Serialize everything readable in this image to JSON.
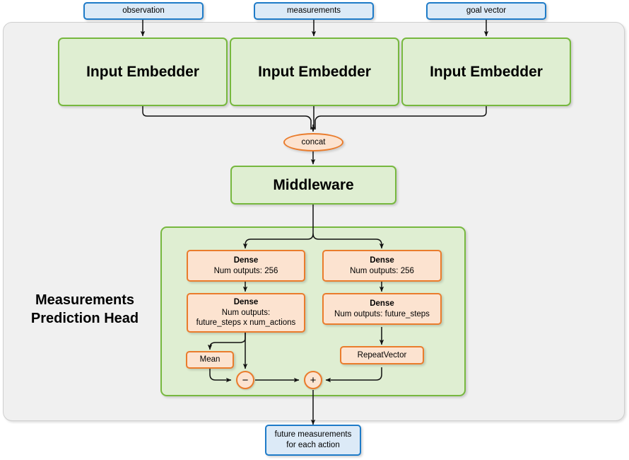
{
  "diagram": {
    "title": "Measurements Prediction Head architecture",
    "colors": {
      "blue_border": "#1e7bc8",
      "blue_fill": "#dceaf7",
      "green_border": "#77b83f",
      "green_fill": "#dfeed2",
      "orange_border": "#ea7c2c",
      "orange_fill": "#fce3d0",
      "container_fill": "#f0f0f0",
      "container_border": "#cfcfcf",
      "edge": "#000000"
    }
  },
  "inputs": [
    {
      "label": "observation"
    },
    {
      "label": "measurements"
    },
    {
      "label": "goal vector"
    }
  ],
  "embedders": [
    {
      "label": "Input Embedder"
    },
    {
      "label": "Input Embedder"
    },
    {
      "label": "Input Embedder"
    }
  ],
  "concat": {
    "label": "concat"
  },
  "middleware": {
    "label": "Middleware"
  },
  "head": {
    "label_line1": "Measurements",
    "label_line2": "Prediction Head",
    "left_branch": {
      "dense1": {
        "title": "Dense",
        "line2": "Num outputs: 256"
      },
      "dense2": {
        "title": "Dense",
        "line2": "Num outputs:",
        "line3": "future_steps x num_actions"
      },
      "mean": {
        "label": "Mean"
      }
    },
    "right_branch": {
      "dense1": {
        "title": "Dense",
        "line2": "Num outputs: 256"
      },
      "dense2": {
        "title": "Dense",
        "line2": "Num outputs: future_steps"
      },
      "repeat_vector": {
        "label": "RepeatVector"
      }
    },
    "operators": {
      "subtract": {
        "symbol": "−"
      },
      "add": {
        "symbol": "+"
      }
    }
  },
  "output": {
    "line1": "future measurements",
    "line2": "for each action"
  }
}
